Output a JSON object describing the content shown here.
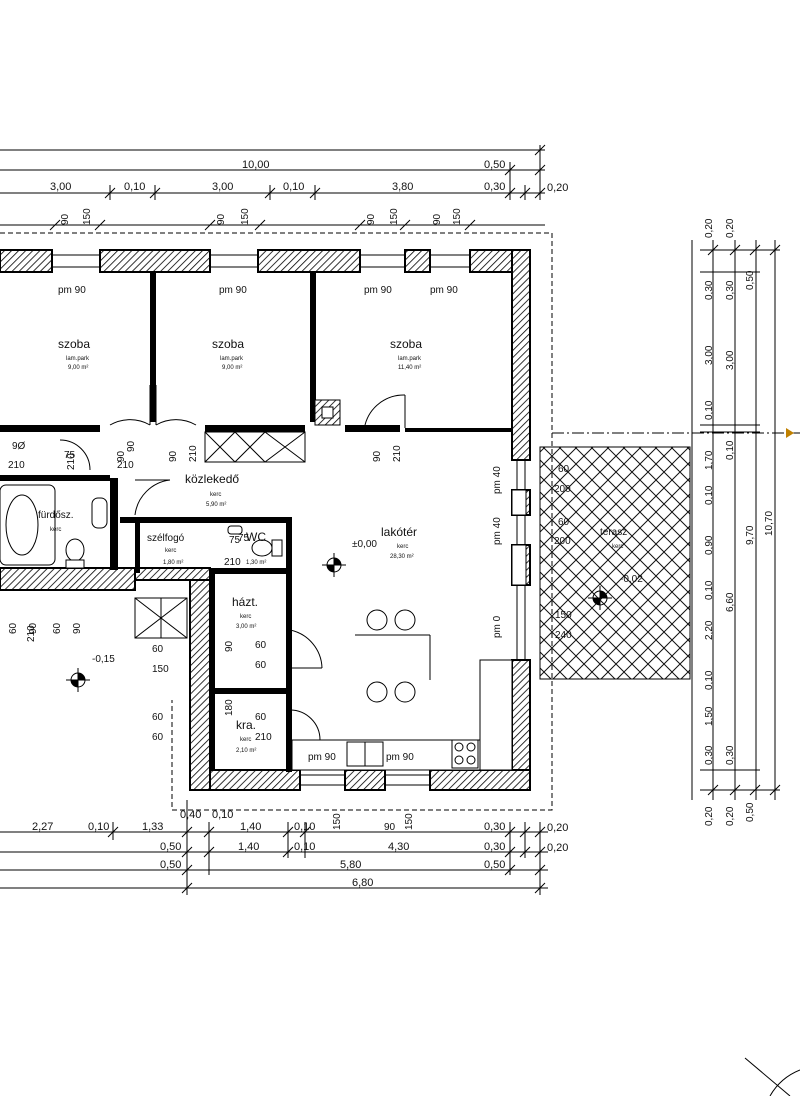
{
  "plan": {
    "dims": {
      "top_row1": [
        "10,00",
        "0,50"
      ],
      "top_row2": [
        "3,00",
        "0,10",
        "3,00",
        "0,10",
        "3,80",
        "0,30",
        "0,20"
      ],
      "top_openings": [
        "90",
        "150",
        "90",
        "150",
        "90",
        "150",
        "90",
        "150"
      ],
      "right_col1": [
        "0,20",
        "0,30",
        "3,00",
        "0,10",
        "1,70",
        "0,10",
        "0,90",
        "0,10",
        "2,20",
        "0,10",
        "1,50",
        "0,30",
        "0,20"
      ],
      "right_col2": [
        "0,20",
        "0,30",
        "3,00",
        "0,10",
        "6,60",
        "0,30",
        "0,20"
      ],
      "right_col3": [
        "0,50",
        "9,70",
        "0,50"
      ],
      "right_col4": [
        "10,70"
      ],
      "bottom_row1": [
        "2,27",
        "0,10",
        "1,33",
        "0,40",
        "0,10",
        "1,40",
        "0,10",
        "150",
        "90",
        "150",
        "0,30",
        "0,20"
      ],
      "bottom_row2": [
        "0,50",
        "1,40",
        "0,10",
        "4,30",
        "0,30",
        "0,20"
      ],
      "bottom_row3": [
        "0,50",
        "5,80",
        "0,50"
      ],
      "bottom_row4": [
        "6,80"
      ]
    },
    "rooms": [
      {
        "name": "szoba",
        "floor": "lam.park",
        "area": "9,00 m²"
      },
      {
        "name": "szoba",
        "floor": "lam.park",
        "area": "9,00 m²"
      },
      {
        "name": "szoba",
        "floor": "lam.park",
        "area": "11,40 m²"
      },
      {
        "name": "közlekedő",
        "floor": "kerc",
        "area": "5,90 m²"
      },
      {
        "name": "szélfogó",
        "floor": "kerc",
        "area": "1,80 m²"
      },
      {
        "name": "WC",
        "floor": "",
        "area": "1,30 m²"
      },
      {
        "name": "lakótér",
        "floor": "kerc",
        "area": "28,30 m²"
      },
      {
        "name": "házt.",
        "floor": "kerc",
        "area": "3,00 m²"
      },
      {
        "name": "kra.",
        "floor": "kerc",
        "area": "2,10 m²"
      },
      {
        "name": "terasz",
        "floor": "kerc",
        "area": ""
      },
      {
        "name": "fürdősz.",
        "floor": "kerc",
        "area": ""
      }
    ],
    "levels": {
      "main": "±0,00",
      "outside": "-0,15",
      "terrace": "-0,02"
    },
    "window_labels": [
      "pm 90",
      "pm 90",
      "pm 90",
      "pm 90",
      "pm 90",
      "pm 90",
      "pm 40",
      "pm 40",
      "pm 0"
    ],
    "door_labels": [
      "90",
      "210",
      "90",
      "210",
      "90",
      "210",
      "90",
      "210",
      "75",
      "210",
      "75",
      "210",
      "60",
      "60",
      "60",
      "150",
      "60",
      "60",
      "60",
      "210",
      "60",
      "200",
      "60",
      "200",
      "150",
      "240",
      "60",
      "90",
      "60",
      "90",
      "180",
      "90",
      "75",
      "210",
      "9Ø"
    ]
  }
}
